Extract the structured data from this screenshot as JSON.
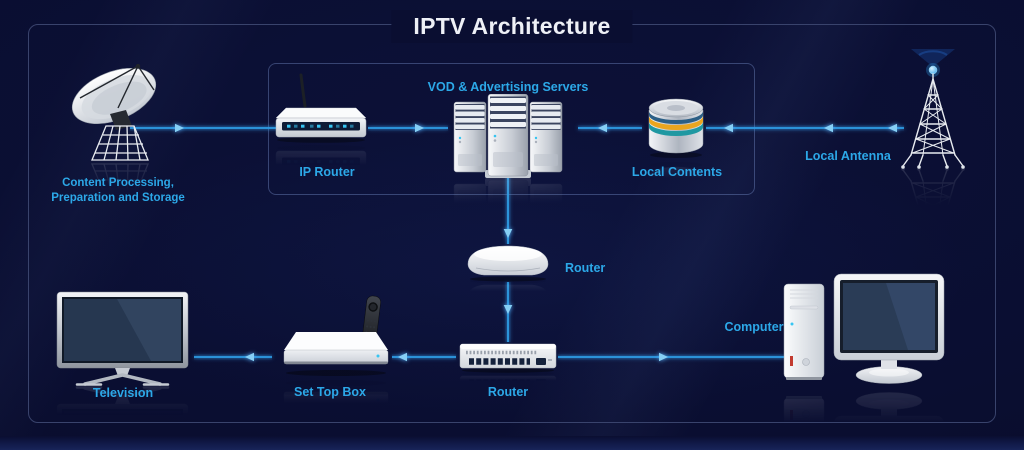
{
  "title": "IPTV Architecture",
  "nodes": {
    "content_processing": {
      "label_line1": "Content Processing,",
      "label_line2": "Preparation and Storage"
    },
    "ip_router": {
      "label": "IP Router"
    },
    "vod_servers": {
      "label": "VOD & Advertising Servers"
    },
    "local_contents": {
      "label": "Local Contents"
    },
    "local_antenna": {
      "label": "Local Antenna"
    },
    "distribution_router": {
      "label": "Router"
    },
    "television": {
      "label": "Television"
    },
    "set_top_box": {
      "label": "Set Top Box"
    },
    "access_router": {
      "label": "Router"
    },
    "computer": {
      "label": "Computer"
    }
  },
  "connections": [
    {
      "from": "content_processing",
      "to": "ip_router"
    },
    {
      "from": "ip_router",
      "to": "vod_servers"
    },
    {
      "from": "local_antenna",
      "to": "local_contents"
    },
    {
      "from": "local_contents",
      "to": "vod_servers"
    },
    {
      "from": "vod_servers",
      "to": "distribution_router"
    },
    {
      "from": "distribution_router",
      "to": "access_router"
    },
    {
      "from": "access_router",
      "to": "set_top_box"
    },
    {
      "from": "set_top_box",
      "to": "television"
    },
    {
      "from": "access_router",
      "to": "computer"
    }
  ],
  "colors": {
    "background": "#0a0e31",
    "label_text": "#2ca8e8",
    "title_text": "#eef0f6",
    "arrow_line": "#2e9de6",
    "frame_border": "#39436c"
  }
}
